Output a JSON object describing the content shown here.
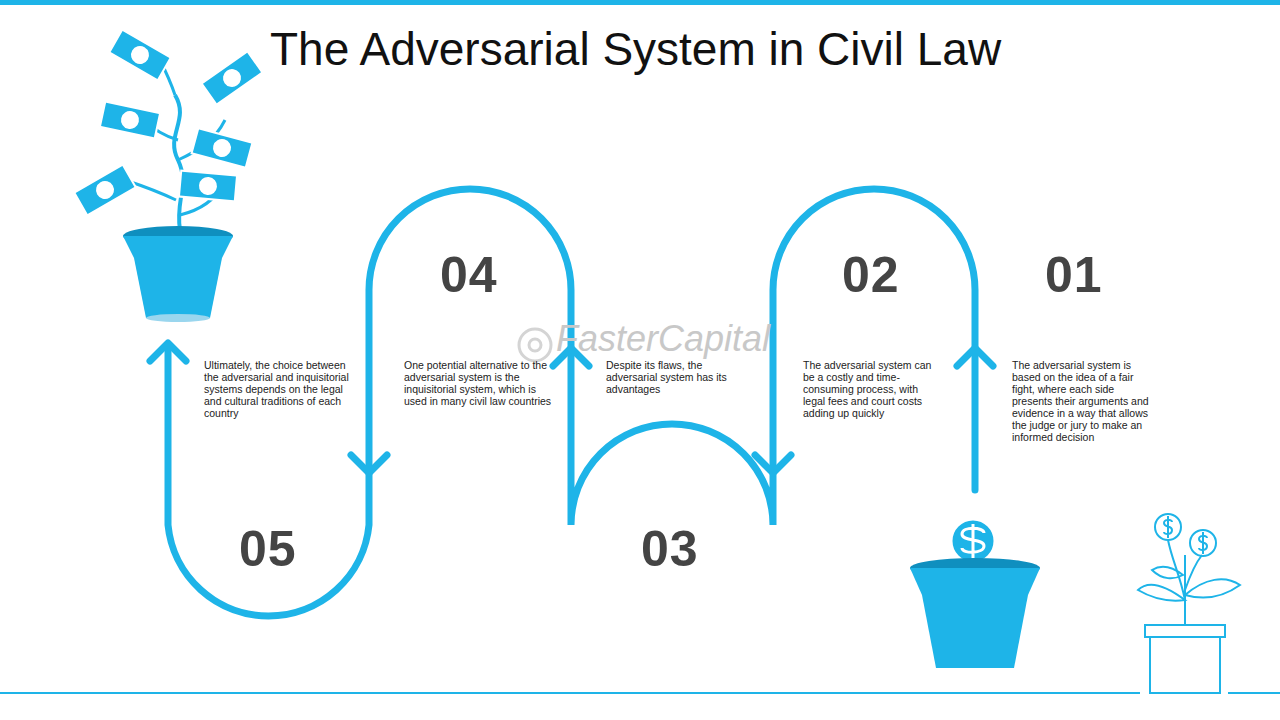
{
  "diagram": {
    "title": "The Adversarial System in Civil Law",
    "labels": [
      "01",
      "The adversarial system is based on the idea of a fair fight, where each side presents their arguments and evidence in a way that allows the judge or jury to make an informed decision",
      "02",
      "The adversarial system can be a costly and time-consuming process, with legal fees and court costs adding up quickly",
      "03",
      "Despite its flaws, the adversarial system has its advantages",
      "04",
      "One potential alternative to the adversarial system is the inquisitorial system, which is used in many civil law countries",
      "05",
      "Ultimately, the choice between the adversarial and inquisitorial systems depends on the legal and cultural traditions of each country",
      "FasterCapital"
    ]
  }
}
